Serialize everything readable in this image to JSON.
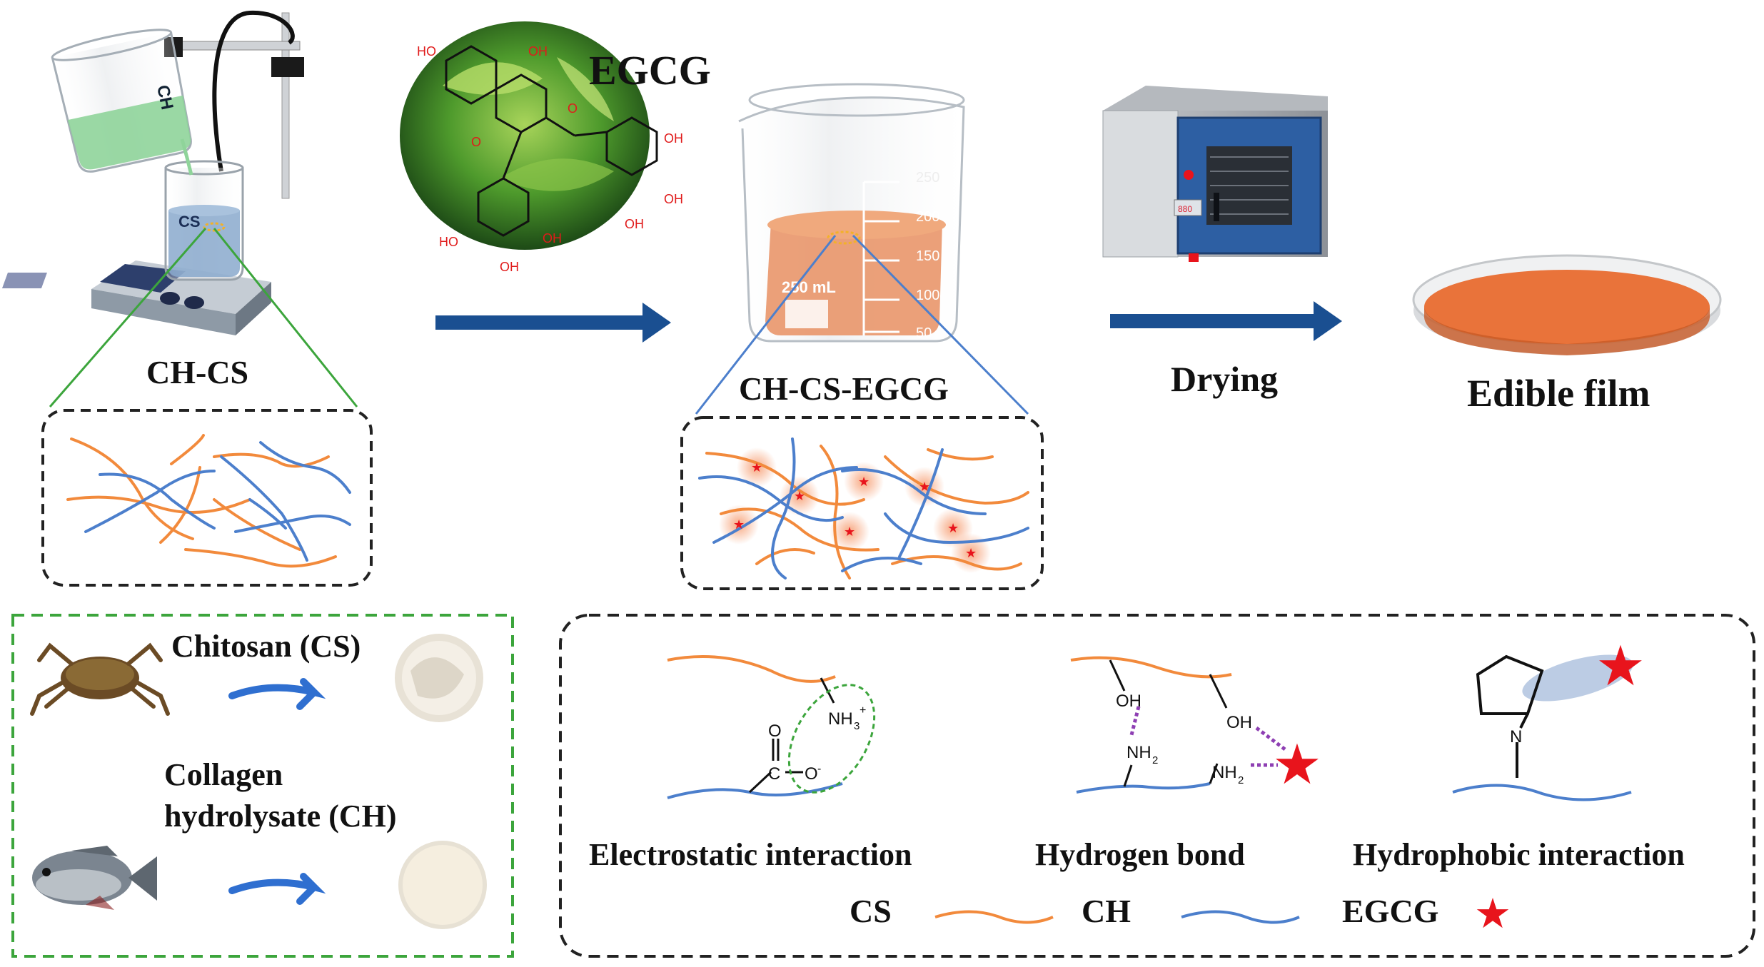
{
  "labels": {
    "ch_cs": "CH-CS",
    "ch_cs_egcg": "CH-CS-EGCG",
    "egcg_title": "EGCG",
    "drying": "Drying",
    "edible_film": "Edible film",
    "chitosan": "Chitosan (CS)",
    "collagen_line1": "Collagen",
    "collagen_line2": "hydrolysate (CH)",
    "electrostatic": "Electrostatic interaction",
    "hydrogen": "Hydrogen bond",
    "hydrophobic": "Hydrophobic interaction",
    "legend_cs": "CS",
    "legend_ch": "CH",
    "legend_egcg": "EGCG"
  },
  "beaker_labels": {
    "ch": "CH",
    "cs": "CS",
    "volume": "250 mL",
    "ticks": [
      "250",
      "200",
      "150",
      "100",
      "50"
    ]
  },
  "chem_labels": {
    "ho": "HO",
    "oh": "OH",
    "o": "O",
    "nh3": "NH",
    "nh3_sub": "3",
    "nh3_sup": "+",
    "nh2": "NH",
    "nh2_sub": "2",
    "c": "C",
    "o_minus": "O",
    "n": "N"
  },
  "oven_display": "880",
  "colors": {
    "cs_orange": "#f28a3c",
    "ch_blue": "#4c7fcc",
    "egcg_red": "#e8141c",
    "arrow_blue": "#1a4f91",
    "frame_green": "#3ca53c",
    "film_orange": "#e9733a",
    "solution_orange": "#e9966a",
    "solution_green": "#8fd49a"
  }
}
